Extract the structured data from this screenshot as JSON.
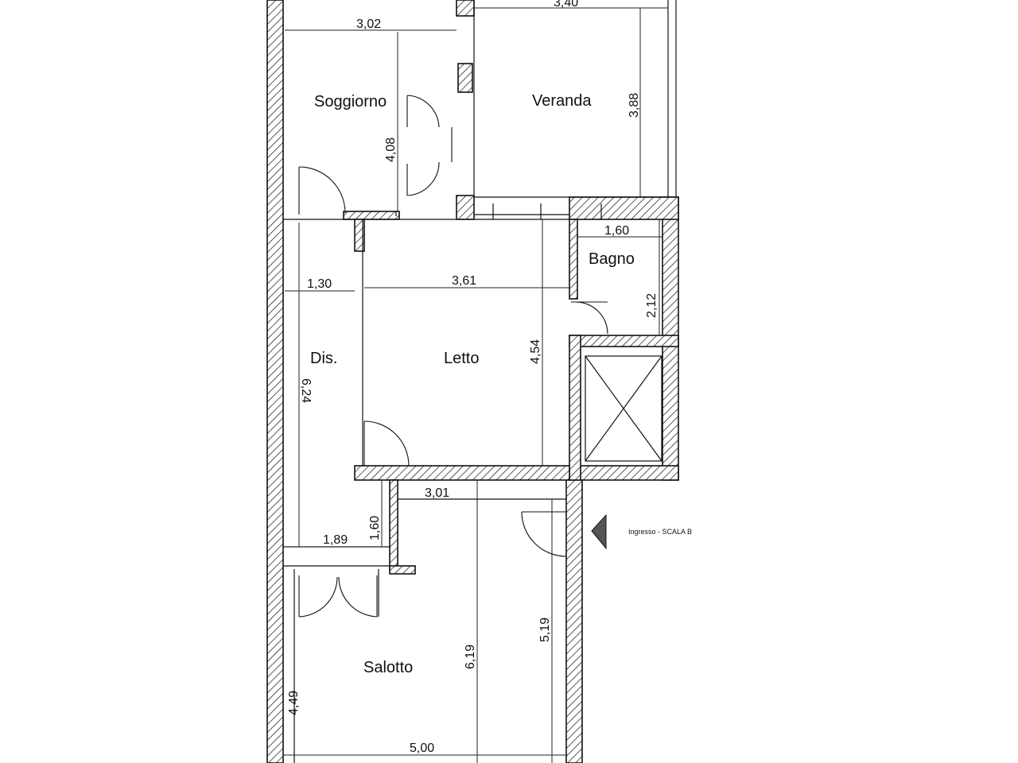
{
  "rooms": {
    "soggiorno": "Soggiorno",
    "veranda": "Veranda",
    "bagno": "Bagno",
    "letto": "Letto",
    "disimpegno": "Dis.",
    "salotto": "Salotto"
  },
  "dimensions": {
    "soggiorno_width": "3,02",
    "soggiorno_depth": "4,08",
    "veranda_width": "3,40",
    "veranda_depth": "3,88",
    "bagno_width": "1,60",
    "bagno_depth": "2,12",
    "letto_width": "3,61",
    "letto_depth": "4,54",
    "dis_width": "1,30",
    "dis_depth": "6,24",
    "corridor_width": "1,89",
    "corridor_depth": "1,60",
    "salotto_upper_width": "3,01",
    "salotto_depth_a": "6,19",
    "salotto_depth_b": "5,19",
    "salotto_depth_c": "4,49",
    "salotto_width": "5,00"
  },
  "entrance": {
    "label": "Ingresso - SCALA B"
  }
}
